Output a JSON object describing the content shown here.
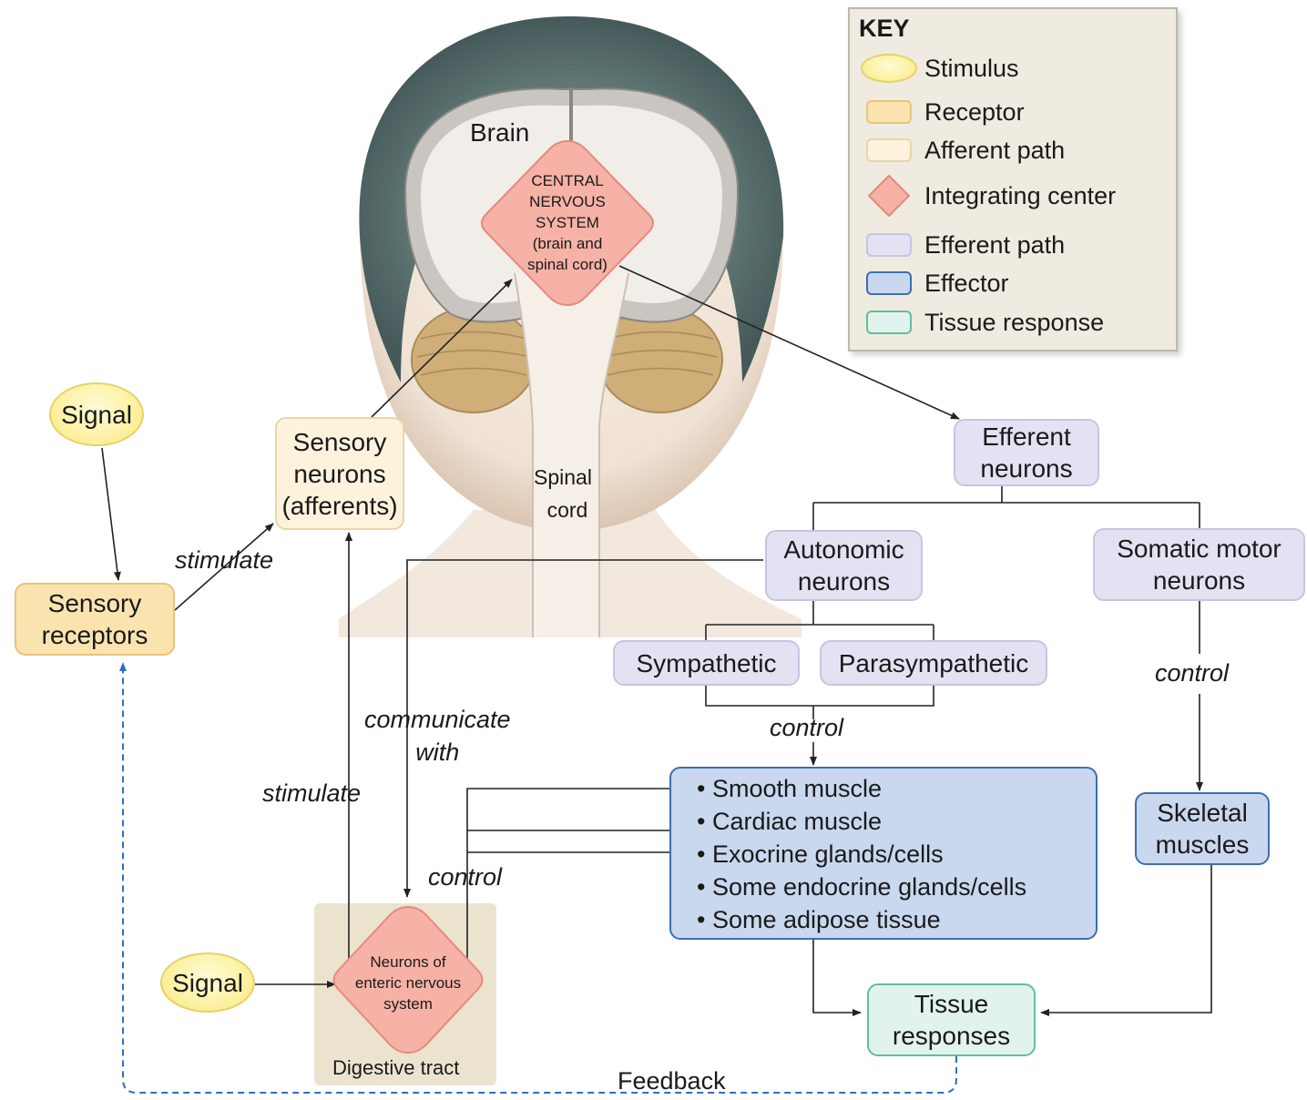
{
  "key": {
    "title": "KEY",
    "items": [
      {
        "label": "Stimulus",
        "color": "#fbef9a"
      },
      {
        "label": "Receptor",
        "color": "#fbe3b0"
      },
      {
        "label": "Afferent path",
        "color": "#fdf3dc"
      },
      {
        "label": "Integrating center",
        "color": "#f6b2a6"
      },
      {
        "label": "Efferent path",
        "color": "#e3e2f3"
      },
      {
        "label": "Effector",
        "color": "#c9d8ef"
      },
      {
        "label": "Tissue response",
        "color": "#e1f3ec"
      }
    ]
  },
  "brain_label": "Brain",
  "spinal_cord_label": [
    "Spinal",
    "cord"
  ],
  "cns": [
    "CENTRAL",
    "NERVOUS",
    "SYSTEM",
    "(brain and",
    "spinal cord)"
  ],
  "signal_top": "Signal",
  "signal_bottom": "Signal",
  "sensory_receptors": [
    "Sensory",
    "receptors"
  ],
  "sensory_neurons": [
    "Sensory",
    "neurons",
    "(afferents)"
  ],
  "efferent_neurons": [
    "Efferent",
    "neurons"
  ],
  "autonomic_neurons": [
    "Autonomic",
    "neurons"
  ],
  "somatic_motor_neurons": [
    "Somatic motor",
    "neurons"
  ],
  "sympathetic": "Sympathetic",
  "parasympathetic": "Parasympathetic",
  "effector_list": [
    "• Smooth muscle",
    "• Cardiac muscle",
    "• Exocrine glands/cells",
    "• Some endocrine glands/cells",
    "• Some adipose tissue"
  ],
  "skeletal_muscles": [
    "Skeletal",
    "muscles"
  ],
  "tissue_responses": [
    "Tissue",
    "responses"
  ],
  "enteric": [
    "Neurons of",
    "enteric nervous",
    "system"
  ],
  "digestive_tract": "Digestive tract",
  "feedback": "Feedback",
  "edge_labels": {
    "stimulate_1": "stimulate",
    "stimulate_2": "stimulate",
    "communicate_with": [
      "communicate",
      "with"
    ],
    "control_autonomic": "control",
    "control_somatic": "control",
    "control_enteric": "control"
  }
}
